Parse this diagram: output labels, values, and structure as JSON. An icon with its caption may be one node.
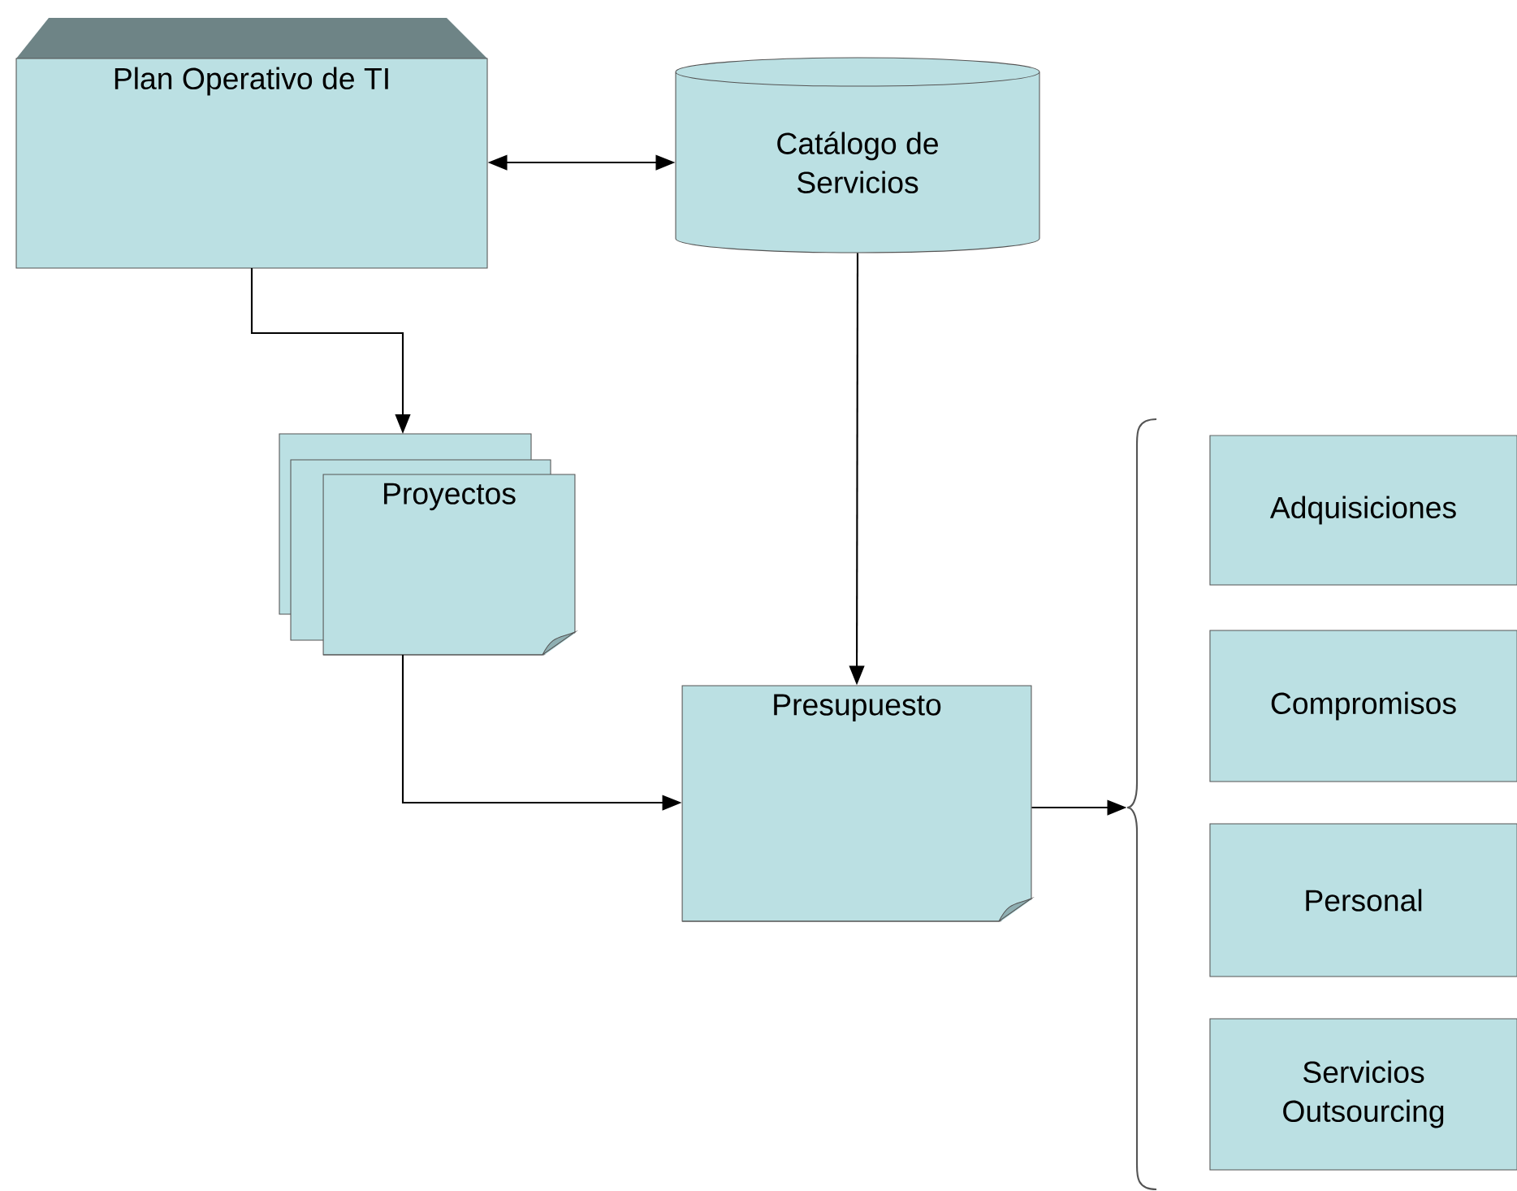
{
  "diagram": {
    "nodes": [
      {
        "text": [
          "Plan Operativo de TI"
        ]
      },
      {
        "text": [
          "Catálogo de Servicios"
        ]
      },
      {
        "text": [
          "Proyectos"
        ]
      },
      {
        "text": [
          "Presupuesto"
        ]
      },
      {
        "text": [],
        "shape": "brace"
      },
      {
        "text": [
          "Adquisiciones"
        ]
      },
      {
        "text": [
          "Compromisos"
        ]
      },
      {
        "text": [
          "Personal"
        ]
      },
      {
        "text": [
          "Servicios Outsourcing"
        ]
      }
    ],
    "edges": [
      {
        "from": 0,
        "to": 1,
        "arrow": "both"
      },
      {
        "from": 0,
        "to": 2,
        "arrow": "to"
      },
      {
        "from": 1,
        "to": 3,
        "arrow": "to"
      },
      {
        "from": 2,
        "to": 3,
        "arrow": "to"
      },
      {
        "from": 3,
        "to": 4,
        "arrow": "to"
      }
    ]
  }
}
